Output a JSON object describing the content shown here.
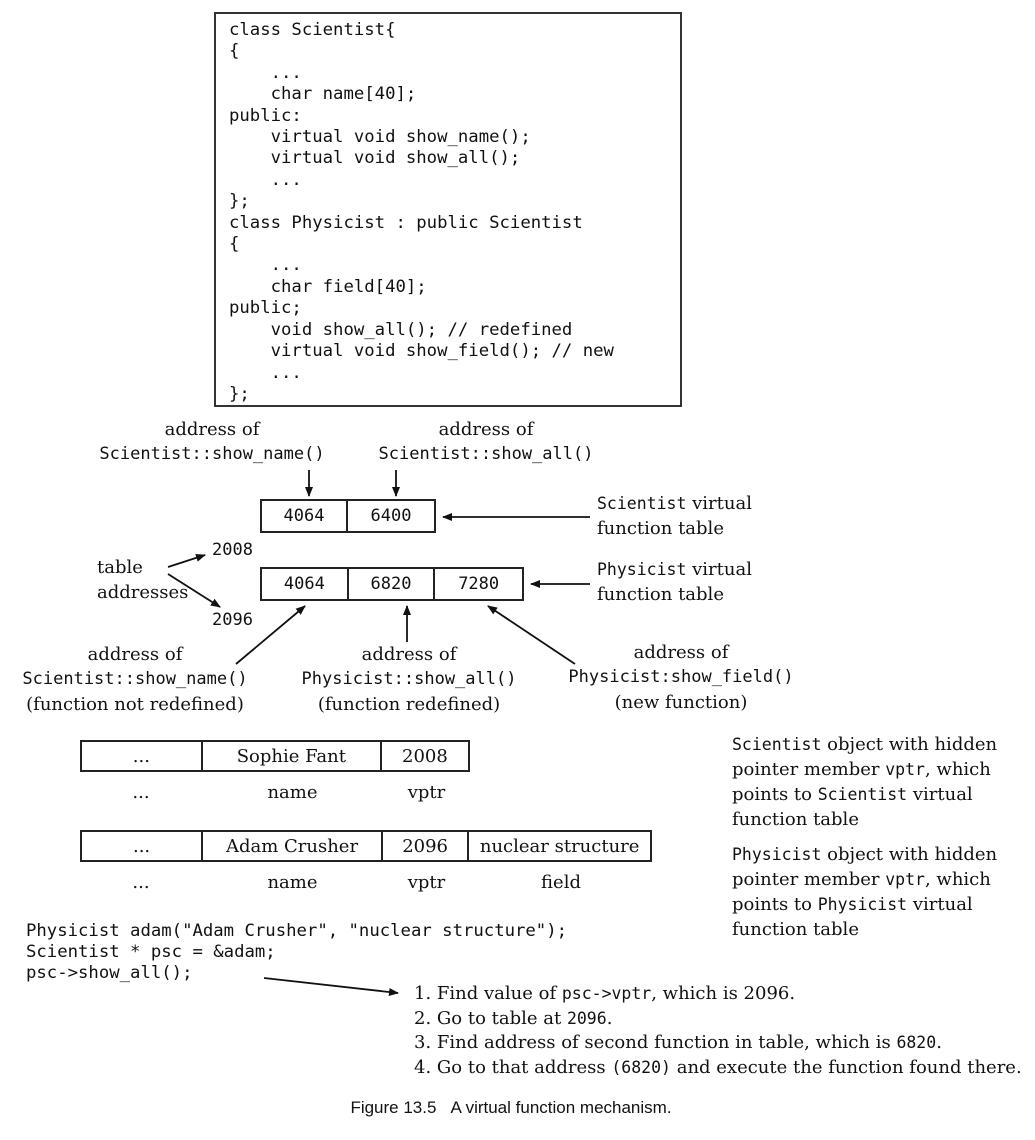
{
  "code": {
    "lines": [
      "class Scientist{",
      "{",
      "    ...",
      "    char name[40];",
      "public:",
      "    virtual void show_name();",
      "    virtual void show_all();",
      "    ...",
      "};",
      "class Physicist : public Scientist",
      "{",
      "    ...",
      "    char field[40];",
      "public;",
      "    void show_all(); // redefined",
      "    virtual void show_field(); // new",
      "    ...",
      "};"
    ]
  },
  "top_labels": {
    "address_of": "address of",
    "scientist_show_name": "Scientist::show_name()",
    "scientist_show_all": "Scientist::show_all()"
  },
  "scientist_vtable": {
    "cells": [
      "4064",
      "6400"
    ],
    "label_mono": "Scientist",
    "label_rest1": " virtual",
    "label_line2": "function table",
    "address": "2008"
  },
  "physicist_vtable": {
    "cells": [
      "4064",
      "6820",
      "7280"
    ],
    "label_mono": "Physicist",
    "label_rest1": " virtual",
    "label_line2": "function table",
    "address": "2096"
  },
  "table_addresses_label": [
    "table",
    "addresses"
  ],
  "bottom_labels": [
    {
      "line1": "address of",
      "line2": "Scientist::show_name()",
      "line3": "(function not redefined)"
    },
    {
      "line1": "address of",
      "line2": "Physicist::show_all()",
      "line3": "(function redefined)"
    },
    {
      "line1": "address of",
      "line2": "Physicist:show_field()",
      "line3": "(new function)"
    }
  ],
  "scientist_object": {
    "cells": [
      "...",
      "Sophie Fant",
      "2008"
    ],
    "labels": [
      "...",
      "name",
      "vptr"
    ],
    "desc": {
      "t1": "Scientist",
      "t2": " object with hidden",
      "t3": "pointer member ",
      "t4": "vptr",
      "t5": ", which",
      "t6": "points to ",
      "t7": "Scientist",
      "t8": " virtual",
      "t9": "function table"
    }
  },
  "physicist_object": {
    "cells": [
      "...",
      "Adam Crusher",
      "2096",
      "nuclear structure"
    ],
    "labels": [
      "...",
      "name",
      "vptr",
      "field"
    ],
    "desc": {
      "t1": "Physicist",
      "t2": " object with hidden",
      "t3": "pointer member ",
      "t4": "vptr",
      "t5": ", which",
      "t6": "points to ",
      "t7": "Physicist",
      "t8": " virtual",
      "t9": "function table"
    }
  },
  "call_code": {
    "lines": [
      "Physicist adam(\"Adam Crusher\", \"nuclear structure\");",
      "Scientist * psc = &adam;",
      "psc->show_all();"
    ]
  },
  "steps": [
    {
      "a": "1. Find value of ",
      "m": "psc->vptr",
      "b": ", which is 2096."
    },
    {
      "a": "2. Go to table at ",
      "m": "2096",
      "b": "."
    },
    {
      "a": "3. Find address of second function in table, which is ",
      "m": "6820",
      "b": "."
    },
    {
      "a": "4. Go to that address ",
      "m": "(6820)",
      "b": " and execute the function found there."
    }
  ],
  "caption": {
    "number": "Figure 13.5",
    "text": "A virtual function mechanism."
  }
}
